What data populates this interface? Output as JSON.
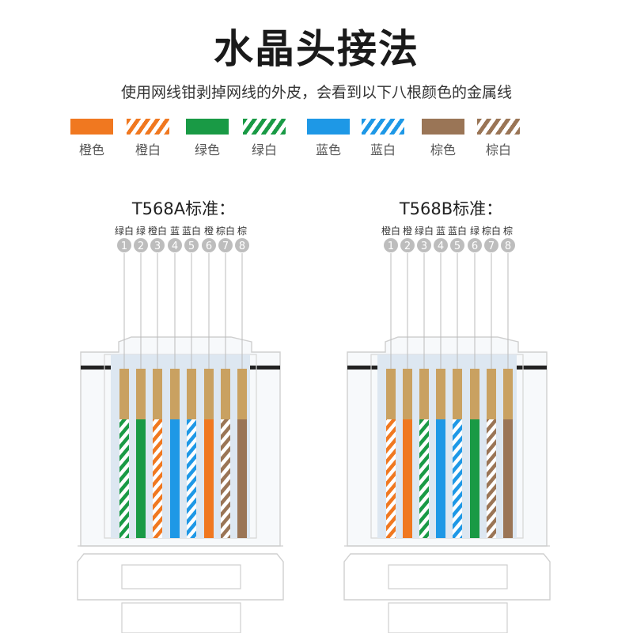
{
  "title": "水晶头接法",
  "subtitle": "使用网线钳剥掉网线的外皮，会看到以下八根颜色的金属线",
  "colors": {
    "orange": "#f07820",
    "green": "#199a45",
    "blue": "#1e98e6",
    "brown": "#9a7556",
    "copper": "#c9a161",
    "jacket": "#dde7f1"
  },
  "legend": [
    {
      "label": "橙色",
      "color": "orange",
      "striped": false
    },
    {
      "label": "橙白",
      "color": "orange",
      "striped": true
    },
    {
      "label": "绿色",
      "color": "green",
      "striped": false
    },
    {
      "label": "绿白",
      "color": "green",
      "striped": true
    },
    {
      "label": "蓝色",
      "color": "blue",
      "striped": false
    },
    {
      "label": "蓝白",
      "color": "blue",
      "striped": true
    },
    {
      "label": "棕色",
      "color": "brown",
      "striped": false
    },
    {
      "label": "棕白",
      "color": "brown",
      "striped": true
    }
  ],
  "standards": [
    {
      "title": "T568A标准：",
      "wires": [
        {
          "pin": "1",
          "label": "绿白",
          "color": "green",
          "striped": true
        },
        {
          "pin": "2",
          "label": "绿",
          "color": "green",
          "striped": false
        },
        {
          "pin": "3",
          "label": "橙白",
          "color": "orange",
          "striped": true
        },
        {
          "pin": "4",
          "label": "蓝",
          "color": "blue",
          "striped": false
        },
        {
          "pin": "5",
          "label": "蓝白",
          "color": "blue",
          "striped": true
        },
        {
          "pin": "6",
          "label": "橙",
          "color": "orange",
          "striped": false
        },
        {
          "pin": "7",
          "label": "棕白",
          "color": "brown",
          "striped": true
        },
        {
          "pin": "8",
          "label": "棕",
          "color": "brown",
          "striped": false
        }
      ]
    },
    {
      "title": "T568B标准：",
      "wires": [
        {
          "pin": "1",
          "label": "橙白",
          "color": "orange",
          "striped": true
        },
        {
          "pin": "2",
          "label": "橙",
          "color": "orange",
          "striped": false
        },
        {
          "pin": "3",
          "label": "绿白",
          "color": "green",
          "striped": true
        },
        {
          "pin": "4",
          "label": "蓝",
          "color": "blue",
          "striped": false
        },
        {
          "pin": "5",
          "label": "蓝白",
          "color": "blue",
          "striped": true
        },
        {
          "pin": "6",
          "label": "绿",
          "color": "green",
          "striped": false
        },
        {
          "pin": "7",
          "label": "棕白",
          "color": "brown",
          "striped": true
        },
        {
          "pin": "8",
          "label": "棕",
          "color": "brown",
          "striped": false
        }
      ]
    }
  ]
}
